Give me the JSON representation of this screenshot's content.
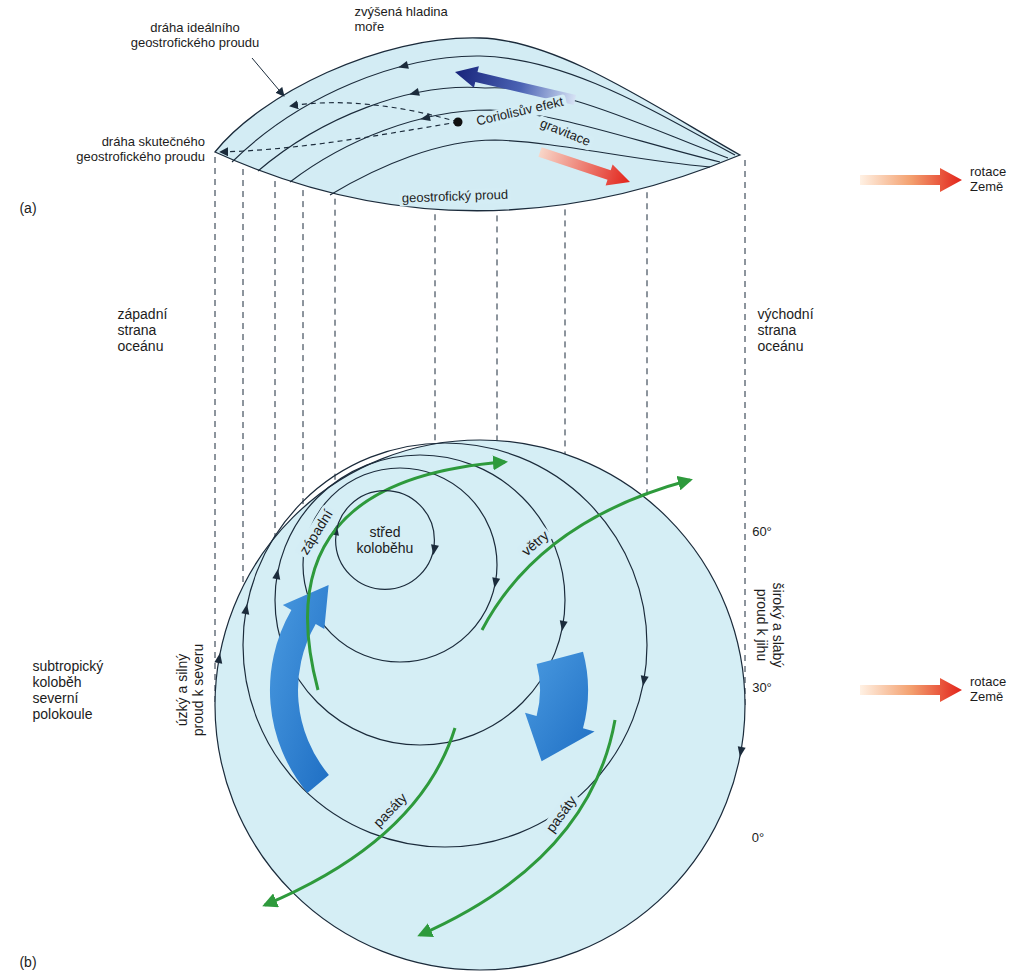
{
  "diagram": {
    "nodes": [
      {
        "text": [
          "střed koloběhu"
        ]
      }
    ],
    "labels": [
      "dráha ideálního geostrofického proudu",
      "zvýšená hladina moře",
      "dráha skutečného geostrofického proudu",
      "Coriolisův efekt",
      "gravitace",
      "geostrofický proud",
      "rotace Země",
      "(a)",
      "západní strana oceánu",
      "východní strana oceánu",
      "západní",
      "větry",
      "60°",
      "široký a slabý proud k jihu",
      "subtropický koloběh severní polokoule",
      "úzký a silný proud k severu",
      "30°",
      "rotace Země",
      "pasáty",
      "pasáty",
      "0°",
      "(b)"
    ]
  }
}
